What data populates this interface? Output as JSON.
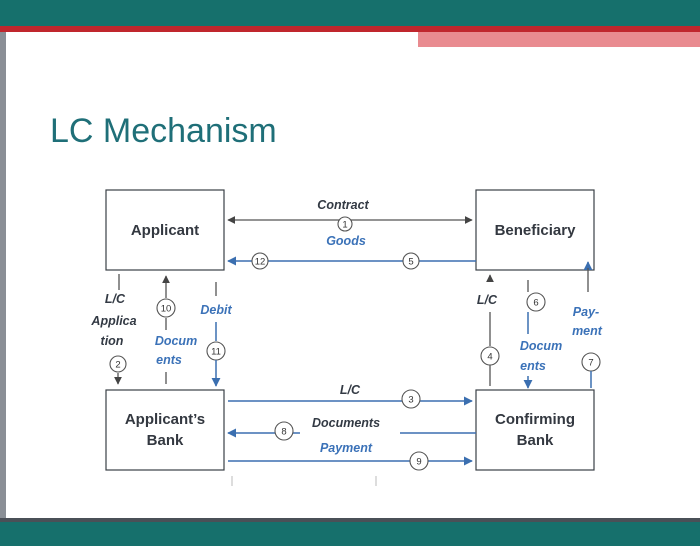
{
  "slide": {
    "title": "LC Mechanism"
  },
  "boxes": {
    "applicant": "Applicant",
    "beneficiary": "Beneficiary",
    "applicants_bank_line1": "Applicant’s",
    "applicants_bank_line2": "Bank",
    "confirming_bank_line1": "Confirming",
    "confirming_bank_line2": "Bank"
  },
  "flows": {
    "contract": "Contract",
    "goods": "Goods",
    "lc_application_line1": "L/C",
    "lc_application_line2": "Applica",
    "lc_application_line3": "tion",
    "documents_left_line1": "Docum",
    "documents_left_line2": "ents",
    "debit": "Debit",
    "lc_right": "L/C",
    "documents_right_line1": "Docum",
    "documents_right_line2": "ents",
    "payment_right_line1": "Pay-",
    "payment_right_line2": "ment",
    "lc_bottom": "L/C",
    "documents_bottom": "Documents",
    "payment_bottom": "Payment"
  },
  "steps": [
    "1",
    "2",
    "3",
    "4",
    "5",
    "6",
    "7",
    "8",
    "9",
    "10",
    "11",
    "12"
  ],
  "colors": {
    "teal": "#16706c",
    "red": "#c0262d",
    "pink": "#e98b90",
    "title": "#1f6f78",
    "arrow_blue": "#3b6fb0",
    "label_blue": "#3b72b8"
  }
}
